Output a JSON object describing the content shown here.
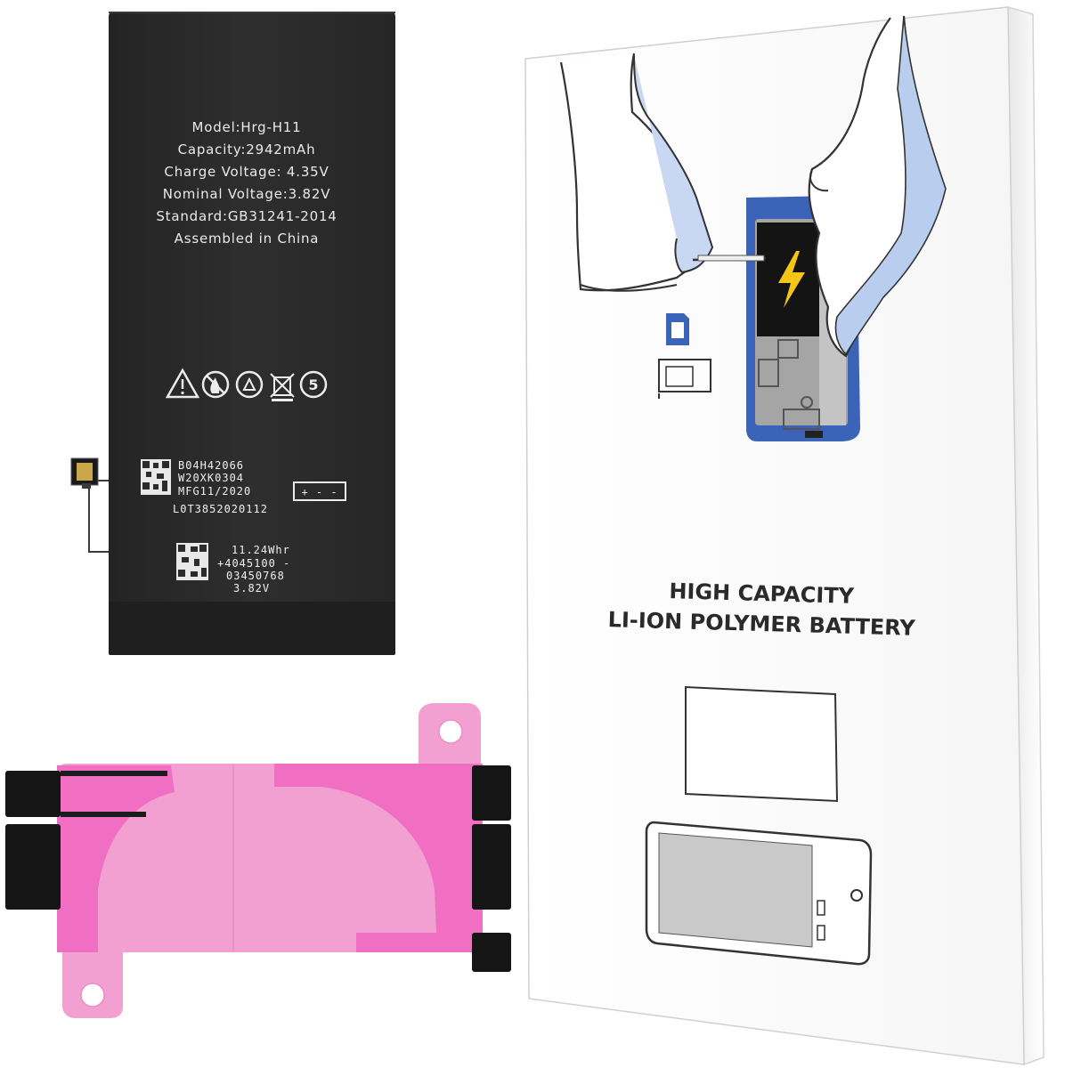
{
  "battery": {
    "label_lines": [
      "Model:Hrg-H11",
      "Capacity:2942mAh",
      "Charge Voltage: 4.35V",
      "Nominal Voltage:3.82V",
      "Standard:GB31241-2014",
      "Assembled in China"
    ],
    "codes_block1": [
      "B04H42066",
      "W20XK0304",
      "MFG11/2020",
      "L0T3852020112"
    ],
    "codes_block2": [
      "11.24Whr",
      "+4045100 -",
      "03450768",
      "3.82V"
    ],
    "polarity_marking": "+ - -",
    "warning_symbols": [
      "warning-triangle-icon",
      "no-fire-icon",
      "recycle-icon",
      "no-trash-bin-icon",
      "five-year-icon"
    ],
    "five_year_digit": "5",
    "colors": {
      "body": "#2b2b2b",
      "label_text": "#eaeaea"
    }
  },
  "package": {
    "headline_line1": "HIGH CAPACITY",
    "headline_line2": "LI-ION POLYMER BATTERY",
    "colors": {
      "box": "#ffffff",
      "illustration_accent": "#3b63b8",
      "screen_bolt": "#f5c518"
    }
  },
  "adhesive": {
    "colors": {
      "light_pink": "#f2a0d2",
      "hot_pink": "#f06fc3",
      "tabs": "#151515"
    }
  }
}
